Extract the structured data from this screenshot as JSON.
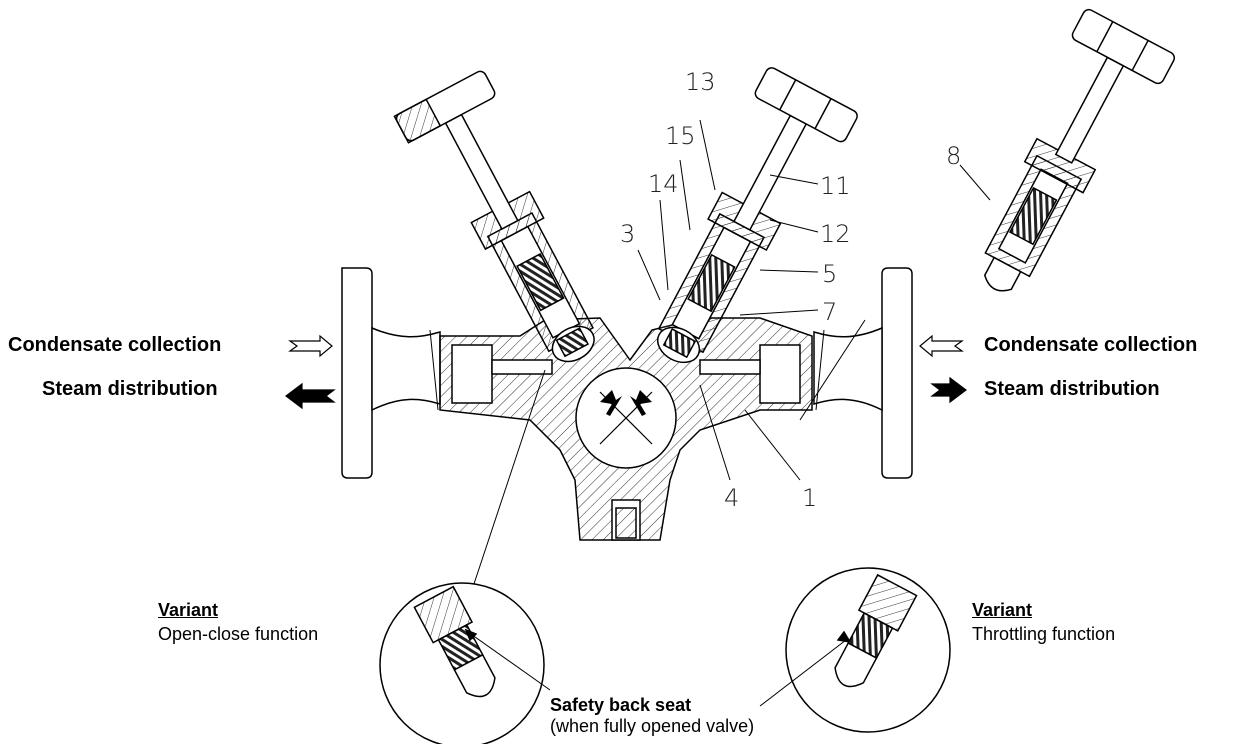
{
  "labels": {
    "left_top": "Condensate collection",
    "left_bottom": "Steam distribution",
    "right_top": "Condensate collection",
    "right_bottom": "Steam distribution",
    "variant_left_title": "Variant",
    "variant_left_sub": "Open-close function",
    "variant_right_title": "Variant",
    "variant_right_sub": "Throttling function",
    "back_seat_title": "Safety back seat",
    "back_seat_sub": "(when fully opened valve)"
  },
  "part_numbers": {
    "p13": "13",
    "p15": "15",
    "p14": "14",
    "p3": "3",
    "p11": "11",
    "p12": "12",
    "p5": "5",
    "p7": "7",
    "p8": "8",
    "p4": "4",
    "p1": "1"
  }
}
